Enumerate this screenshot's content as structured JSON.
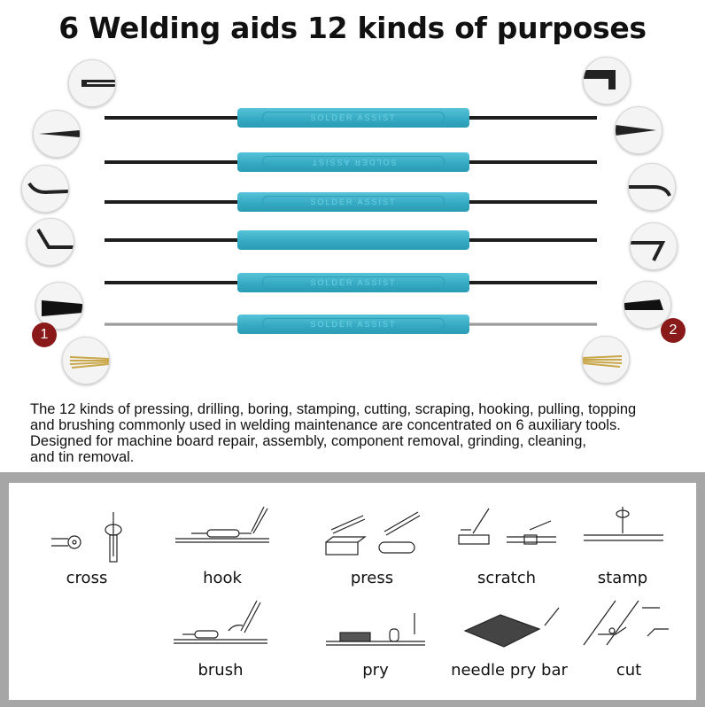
{
  "title": "6 Welding aids 12 kinds of purposes",
  "handle_text": "SOLDER ASSIST",
  "badges": [
    "1",
    "2"
  ],
  "description": [
    "The 12 kinds of pressing, drilling, boring, stamping, cutting, scraping, hooking, pulling, topping",
    "and brushing commonly used in welding maintenance are concentrated on 6 auxiliary tools.",
    "Designed for machine board repair, assembly, component removal, grinding, cleaning,",
    "and tin removal."
  ],
  "uses": [
    "cross",
    "hook",
    "press",
    "scratch",
    "stamp",
    "brush",
    "pry",
    "needle pry bar",
    "cut"
  ],
  "colors": {
    "handle": "#3aafc6",
    "badge": "#8a1a1a",
    "frame": "#a6a6a6"
  }
}
